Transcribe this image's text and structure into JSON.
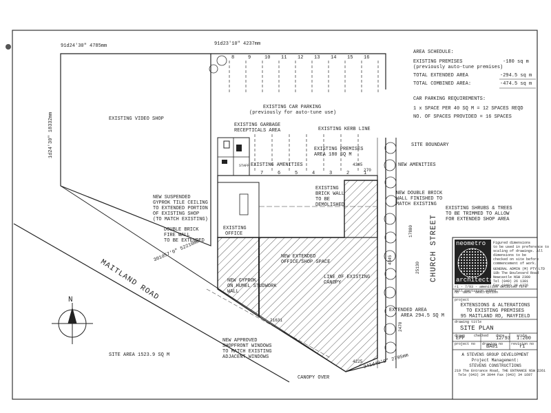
{
  "bearings": {
    "top_left": "91d24'30\"  4785mm",
    "top_mid": "91d23'10\"  4237mm",
    "left_side": "1d24'30\"  18332mm",
    "diagonal": "301d57'0\"  52210mm",
    "bottom_right": "241d40'0\"  2795mm"
  },
  "parking_numbers": [
    "8",
    "9",
    "10",
    "11",
    "12",
    "13",
    "14",
    "15",
    "16"
  ],
  "spaces_lower": [
    "7",
    "6",
    "5",
    "4",
    "3",
    "2",
    "1"
  ],
  "labels": {
    "video_shop": "EXISTING VIDEO SHOP",
    "car_parking_1": "EXISTING CAR PARKING",
    "car_parking_2": "(previously for auto-tune use)",
    "garbage_1": "EXISTING GARBAGE",
    "garbage_2": "RECEPTICALS AREA",
    "kerb_line": "EXISTING KERB LINE",
    "site_boundary": "SITE BOUNDARY",
    "premises_1": "EXISTING PREMISES",
    "premises_2": "AREA 180 SQ M",
    "amenities_existing": "EXISTING AMENITIES",
    "amenities_new": "NEW AMENITIES",
    "ceiling": [
      "NEW SUSPENDED",
      "GYPROK TILE CEILING",
      "TO EXTENDED PORTION",
      "OF EXISTING SHOP",
      "(TO MATCH EXISTING)"
    ],
    "brick_demolish": [
      "EXISTING",
      "BRICK WALL",
      "TO BE",
      "DEMOLISHED"
    ],
    "double_brick_new": [
      "NEW DOUBLE BRICK",
      "WALL FINISHED TO",
      "MATCH EXISTING"
    ],
    "shrubs": [
      "EXISTING SHRUBS & TREES",
      "TO BE TRIMMED TO ALLOW",
      "FOR EXTENDED SHOP AREA"
    ],
    "fire_wall": [
      "DOUBLE BRICK",
      "FIRE WALL",
      "TO BE EXTENDED"
    ],
    "office_1": "EXISTING",
    "office_2": "OFFICE",
    "maitland_road": "MAITLAND ROAD",
    "church_street": "CHURCH STREET",
    "new_shop": [
      "NEW EXTENDED",
      "OFFICE/SHOP SPACE"
    ],
    "stud_wall": [
      "NEW GYPROK",
      "ON HUMEL STUDWORK",
      "WALL"
    ],
    "canopy_line": [
      "LINE OF EXISTING",
      "CANOPY"
    ],
    "extended_area_1": "EXTENDED AREA",
    "extended_area_2": "AREA 294.5 SQ M",
    "shopfront": [
      "NEW APPROVED",
      "SHOPFRONT WINDOWS",
      "TO MATCH EXISTING",
      "ADJACENT WINDOWS"
    ],
    "site_area": "SITE AREA 1523.9 SQ M",
    "canopy_over": "CANOPY OVER",
    "north": "N",
    "staff": "STAFF"
  },
  "dimensions": [
    "4345",
    "270",
    "17880",
    "25130",
    "4345",
    "2470",
    "4225",
    "21631"
  ],
  "area_schedule": {
    "title": "AREA SCHEDULE:",
    "rows": [
      {
        "label": "EXISTING PREMISES",
        "sub": "(previously auto-tune premises)",
        "value": "-180 sq m"
      },
      {
        "label": "TOTAL EXTENDED AREA",
        "sub": "",
        "value": "-294.5 sq m"
      },
      {
        "label": "TOTAL COMBINED AREA:",
        "sub": "",
        "value": "-474.5 sq m"
      }
    ],
    "parking_title": "CAR PARKING REQUIREMENTS:",
    "parking_rule": "1 x SPACE PER 40 SQ M = 12 SPACES REQD",
    "parking_provided": "NO. OF SPACES PROVIDED = 16 SPACES"
  },
  "title_block": {
    "firm_top": "neometro",
    "firm_bottom": "architects",
    "notes": [
      "Figured dimensions",
      "to be used in preference to",
      "scaling of drawings. All",
      "dimensions to be",
      "checked on site before",
      "commencement of work."
    ],
    "address": [
      "GENERAL ADMIN (M) PTY LTD",
      "18b The Boulevard Road",
      "Newcastle NSW 2300",
      "Tel (049) 26 1301",
      "Fax (049) 26 1376"
    ],
    "rev_note": "r1 - 7/93 - amenities detailed fire wall partition added",
    "rev_headers": [
      "no",
      "date",
      "description"
    ],
    "project_label": "project",
    "project": [
      "EXTENSIONS & ALTERATIONS",
      "TO EXISTING PREMISES",
      "95 MAITLAND RD, MAYFIELD"
    ],
    "drawing_title_label": "drawing title",
    "drawing_title": "SITE PLAN",
    "field_labels": [
      "drawn",
      "checked",
      "date",
      "scale"
    ],
    "field_values": [
      "EPP",
      "",
      "12/93",
      "1:200"
    ],
    "num_labels": [
      "project no",
      "drawing no",
      "revision no"
    ],
    "num_values": [
      "",
      "BA01",
      "r1"
    ],
    "client": [
      "A STEVENS GROUP DEVELOPMENT",
      "Project Management:",
      "STEVENS CONSTRUCTIONS"
    ],
    "client_addr": [
      "219 The Entrance Road, THE ENTRANCE NSW 2261",
      "Tele (043) 34 3044     Fax (043) 34 1697"
    ]
  }
}
